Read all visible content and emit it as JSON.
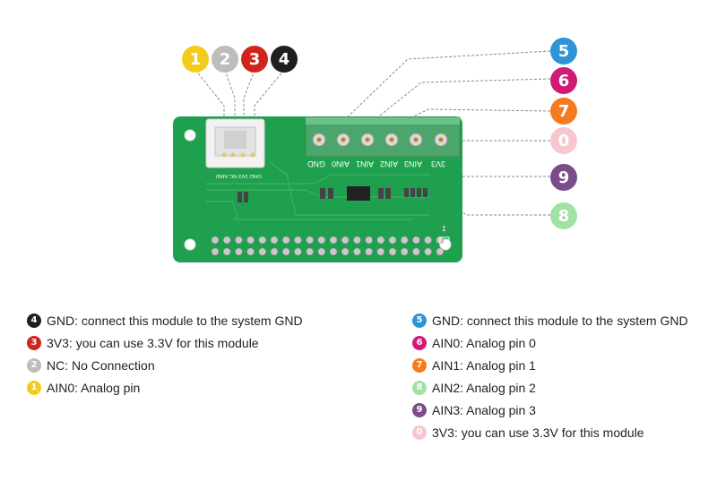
{
  "badges": [
    {
      "text": "1",
      "color": "#f2cc1b"
    },
    {
      "text": "2",
      "color": "#bdbdbd"
    },
    {
      "text": "3",
      "color": "#d0241e"
    },
    {
      "text": "4",
      "color": "#1f1f1f"
    },
    {
      "text": "5",
      "color": "#2f93d6"
    },
    {
      "text": "6",
      "color": "#d11a75"
    },
    {
      "text": "7",
      "color": "#f47c20"
    },
    {
      "text": "0",
      "color": "#f7c6cf"
    },
    {
      "text": "9",
      "color": "#7b4c8a"
    },
    {
      "text": "8",
      "color": "#9fe2a4"
    }
  ],
  "board": {
    "terminal_labels": [
      "3V3",
      "AIN3",
      "AIN2",
      "AIN1",
      "AIN0",
      "GND"
    ],
    "connector_label": "GND 3V3 NC AIN0",
    "pin1_label": "1",
    "pcb_color": "#1fa04f"
  },
  "legend_left": [
    {
      "num": "4",
      "text": "GND: connect this module to the system GND",
      "color": "#1f1f1f"
    },
    {
      "num": "3",
      "text": "3V3: you can use 3.3V for this module",
      "color": "#d0241e"
    },
    {
      "num": "2",
      "text": "NC: No Connection",
      "color": "#bdbdbd"
    },
    {
      "num": "1",
      "text": "AIN0: Analog pin",
      "color": "#f2cc1b"
    }
  ],
  "legend_right": [
    {
      "num": "5",
      "text": "GND: connect this module to the system GND",
      "color": "#2f93d6"
    },
    {
      "num": "6",
      "text": "AIN0: Analog pin 0",
      "color": "#d11a75"
    },
    {
      "num": "7",
      "text": "AIN1: Analog pin 1",
      "color": "#f47c20"
    },
    {
      "num": "8",
      "text": "AIN2: Analog pin 2",
      "color": "#9fe2a4"
    },
    {
      "num": "9",
      "text": "AIN3: Analog pin 3",
      "color": "#7b4c8a"
    },
    {
      "num": "0",
      "text": "3V3: you can use 3.3V for this module",
      "color": "#f7c6cf"
    }
  ]
}
